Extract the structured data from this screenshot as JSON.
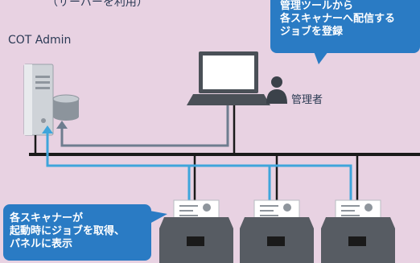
{
  "title_fragment": "（サーバーを利用）",
  "nodes": {
    "cot_admin": "COT Admin",
    "admin_user": "管理者"
  },
  "callouts": {
    "top": {
      "lines": [
        "管理ツールから",
        "各スキャナーへ配信する",
        "ジョブを登録"
      ]
    },
    "bottom": {
      "lines": [
        "各スキャナーが",
        "起動時にジョブを取得、",
        "パネルに表示"
      ]
    }
  },
  "colors": {
    "background": "#e8d2e2",
    "callout_fill": "#2a7bc4",
    "network_line": "#1a1a1a",
    "job_flow": "#3ea5db",
    "admin_flow": "#6e7d8f",
    "device_gray": "#575c63"
  },
  "scanner_count": 3
}
